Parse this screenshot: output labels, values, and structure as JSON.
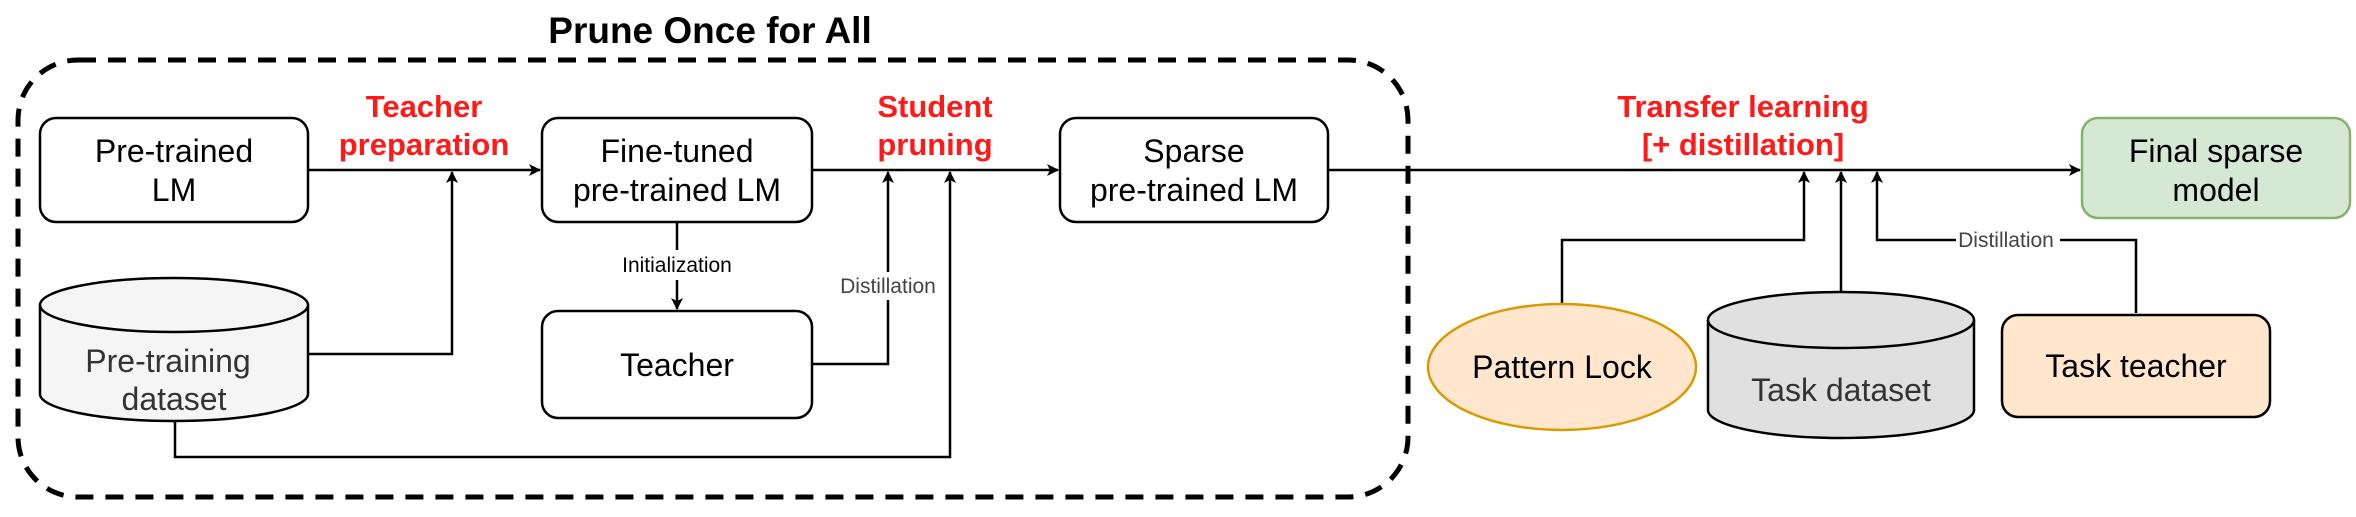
{
  "title": "Prune Once for All",
  "nodes": {
    "pretrained_lm": [
      "Pre-trained",
      "LM"
    ],
    "pretraining_dataset": [
      "Pre-training",
      "dataset"
    ],
    "finetuned_lm": [
      "Fine-tuned",
      "pre-trained LM"
    ],
    "teacher": "Teacher",
    "sparse_lm": [
      "Sparse",
      "pre-trained LM"
    ],
    "final_model": [
      "Final sparse",
      "model"
    ],
    "pattern_lock": "Pattern Lock",
    "task_dataset": "Task dataset",
    "task_teacher": "Task teacher"
  },
  "stages": {
    "teacher_preparation": [
      "Teacher",
      "preparation"
    ],
    "student_pruning": [
      "Student",
      "pruning"
    ],
    "transfer_learning": [
      "Transfer learning",
      "[+ distillation]"
    ]
  },
  "edge_labels": {
    "initialization": "Initialization",
    "distillation_student": "Distillation",
    "distillation_task": "Distillation"
  },
  "colors": {
    "stage_label": "#ff1a1a",
    "final_model_fill": "#d5e8d4",
    "final_model_stroke": "#82b366",
    "pattern_lock_fill": "#ffe6cc",
    "pattern_lock_stroke": "#d79b00",
    "task_teacher_fill": "#ffe6cc",
    "cylinder_fill": "#f5f5f5",
    "task_dataset_fill": "#e0e0e0"
  }
}
